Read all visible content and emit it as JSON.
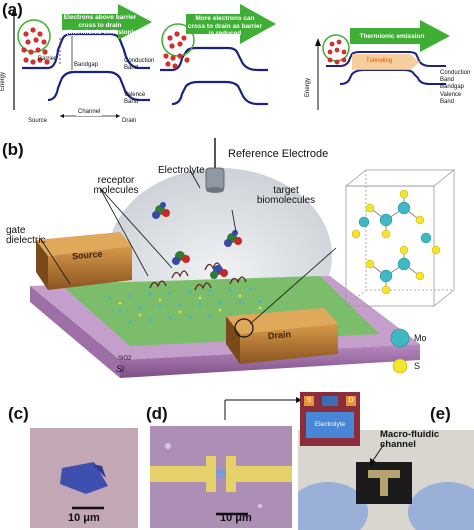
{
  "panels": {
    "a": "(a)",
    "b": "(b)",
    "c": "(c)",
    "d": "(d)",
    "e": "(e)"
  },
  "panel_a": {
    "energy_label": "Energy",
    "arrow1": "Electrons above barrier cross to drain (thermionic emission)",
    "arrow2": "More electrons can cross to drain as barrier is reduced",
    "arrow3": "Thermionic emission",
    "tunneling": "Tunneling",
    "barrier": "Barrier",
    "bandgap": "Bandgap",
    "conduction_band": "Conduction Band",
    "valence_band": "Valence Band",
    "channel": "Channel",
    "source": "Source",
    "drain": "Drain",
    "conduction_band_r": "Conduction Band",
    "bandgap_r": "Bandgap",
    "valence_band_r": "Valence Band"
  },
  "panel_b": {
    "reference_electrode": "Reference Electrode",
    "electrolyte": "Electrolyte",
    "receptor_molecules": "receptor molecules",
    "target_biomolecules": "target biomolecules",
    "gate_dielectric": "gate dielectric",
    "source": "Source",
    "drain": "Drain",
    "sio2": "SiO2",
    "si": "Si",
    "mo": "Mo",
    "s": "S"
  },
  "panel_c": {
    "scale": "10 μm"
  },
  "panel_d": {
    "scale": "10 μm"
  },
  "panel_e": {
    "s": "S",
    "d": "D",
    "electrolyte": "Electrolyte",
    "macro_fluidic": "Macro-fluidic channel"
  },
  "colors": {
    "arrow_green": "#3fae34",
    "band_blue": "#1a237e",
    "electron_red": "#d32f2f",
    "gold": "#b8792a",
    "substrate_purple": "#9d6fa6",
    "mo_teal": "#3fb8c4",
    "s_yellow": "#f2e52a"
  }
}
